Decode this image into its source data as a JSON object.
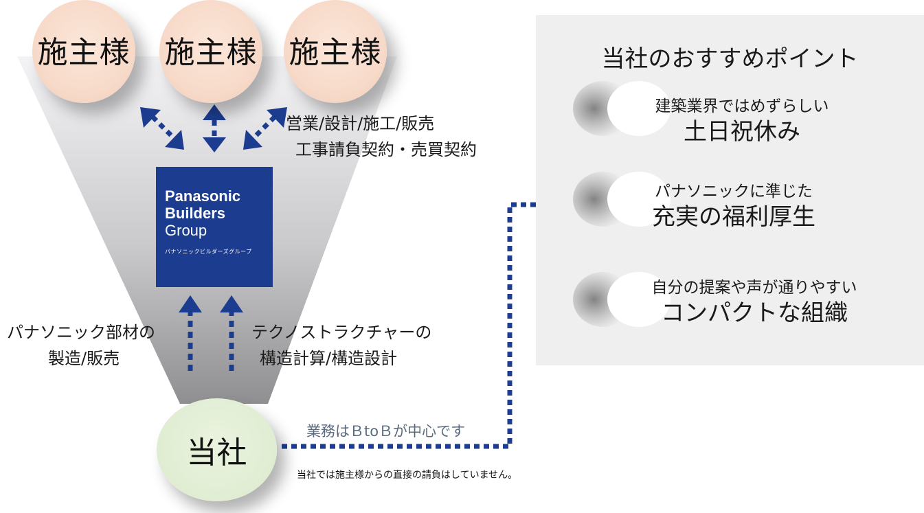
{
  "clients": [
    "施主様",
    "施主様",
    "施主様"
  ],
  "top_relation": {
    "line1": "営業/設計/施工/販売",
    "line2": "工事請負契約・売買契約"
  },
  "logo": {
    "line1": "Panasonic",
    "line2": "Builders",
    "line3": "Group",
    "kana": "パナソニックビルダーズグループ"
  },
  "left_relation": {
    "line1": "パナソニック部材の",
    "line2": "製造/販売"
  },
  "right_relation": {
    "line1": "テクノストラクチャーの",
    "line2": "構造計算/構造設計"
  },
  "company": "当社",
  "btob_label": "業務はＢtoＢが中心です",
  "note": "当社では施主様からの直接の請負はしていません。",
  "panel": {
    "title": "当社のおすすめポイント",
    "points": [
      {
        "small": "建築業界ではめずらしい",
        "big": "土日祝休み"
      },
      {
        "small": "パナソニックに準じた",
        "big": "充実の福利厚生"
      },
      {
        "small": "自分の提案や声が通りやすい",
        "big": "コンパクトな組織"
      }
    ]
  },
  "colors": {
    "navy": "#1c3d8f",
    "client_fill": "#f7d9c8",
    "company_fill": "#e0edd2",
    "panel_bg": "#efefef",
    "btob_text": "#5a6b80"
  }
}
